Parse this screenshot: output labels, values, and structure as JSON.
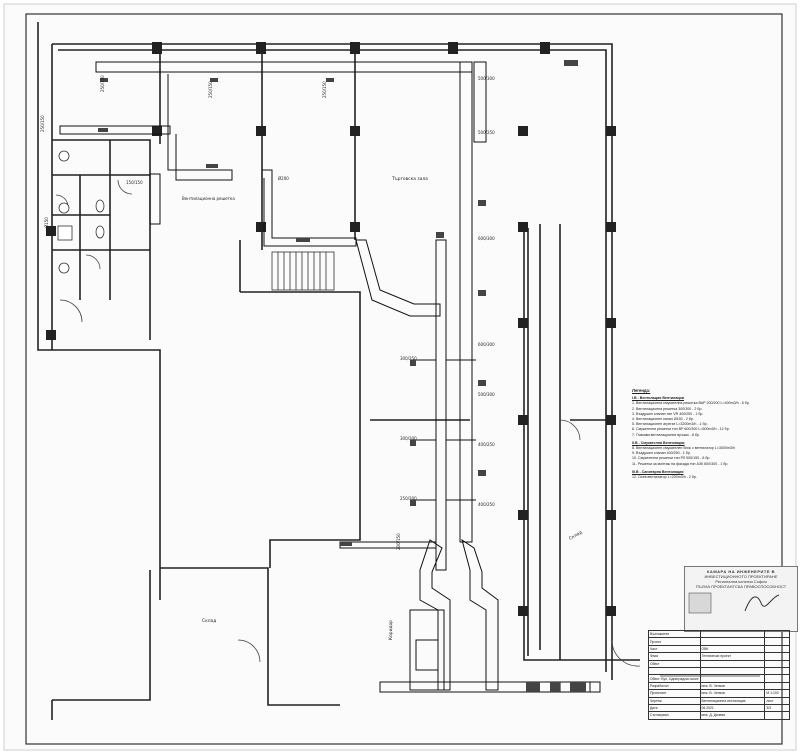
{
  "drawing": {
    "room_labels": {
      "sales_hall": "Търговска зала",
      "storage": "Склад",
      "warehouse": "Склад",
      "corridor": "Коридор"
    },
    "duct_labels": [
      "250/150",
      "250/150",
      "250/150",
      "250/150",
      "500/300",
      "500/250",
      "600/300",
      "600/300",
      "500/300",
      "400/250",
      "400/250",
      "300/250",
      "300/200",
      "250/200",
      "200/150",
      "150/150",
      "Ø200",
      "Ø150"
    ],
    "annotation_small": "Вентилационна решетка",
    "notes": {
      "heading": "Легенда:",
      "section_1": "I.В - Вентилация Вентилации",
      "items_1": [
        "1. Вентилационна смукателна решетка ВАР 200/200 L=400m3/h - 6 бр.",
        "2. Вентилационна решетка 300/300 - 2 бр.",
        "3. Въздушен клапан тип VR 400/250 - 1 бр.",
        "4. Вентилационен канал Ø150 - 2 бр.",
        "5. Вентилационен агрегат L=3200m3/h - 1 бр.",
        "6. Смукателни решетки тип ВР 600/300 L=500m3/h - 12 бр.",
        "7. Гъвкави вентилационни връзки - 8 бр."
      ],
      "section_2": "II.В - Смукателна Вентилация",
      "items_2": [
        "8. Вентилационен смукателен блок с вентилатор L=3000m3/h",
        "9. Въздушен клапан 400/250 - 1 бр.",
        "10. Смукателни решетки тип РЛ 500/150 - 8 бр.",
        "11. Решетки за монтаж на фасада тип АЗК 600/300 - 1 бр."
      ],
      "section_3": "III.В - Санитарна Вентилация",
      "items_3": [
        "12. Осев вентилатор L=200m3/h - 2 бр."
      ]
    },
    "stamp": {
      "line1": "КАМАРА НА ИНЖЕНЕРИТЕ В",
      "line2": "ИНВЕСТИЦИОННОТО ПРОЕКТИРАНЕ",
      "line3": "Регионална колегия София",
      "line4": "ПЪЛНА ПРОЕКТАНТСКА ПРАВОСПОСОБНОСТ"
    },
    "title_block": {
      "rows": [
        [
          "Възложител",
          "",
          ""
        ],
        [
          "Проект",
          "",
          ""
        ],
        [
          "Част",
          "ОВК",
          ""
        ],
        [
          "Фаза",
          "Технически проект",
          ""
        ],
        [
          "Обект",
          "",
          ""
        ],
        [
          "",
          "",
          ""
        ],
        [
          "Обект: Бул. Цариградско шосе",
          "",
          ""
        ],
        [
          "Разработил",
          "инж. В. Ченков",
          ""
        ],
        [
          "Проектант",
          "инж. В. Ченков",
          "М 1:100"
        ],
        [
          "Чертеж",
          "Вентилационна инсталация",
          "лист"
        ],
        [
          "Дата",
          "06.2021",
          "3/3"
        ],
        [
          "Съгласувал",
          "инж. Д. Дачева",
          ""
        ]
      ]
    }
  }
}
